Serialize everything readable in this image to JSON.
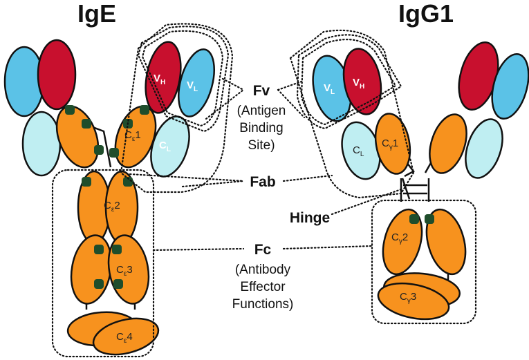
{
  "titles": {
    "left": "IgE",
    "right": "IgG1"
  },
  "labels": {
    "fv": "Fv",
    "fv_sub": [
      "(Antigen",
      "Binding",
      "Site)"
    ],
    "fab": "Fab",
    "hinge": "Hinge",
    "fc": "Fc",
    "fc_sub": [
      "(Antibody",
      "Effector",
      "Functions)"
    ]
  },
  "domains": {
    "vh": {
      "main": "V",
      "sub": "H"
    },
    "vl": {
      "main": "V",
      "sub": "L"
    },
    "cl": {
      "main": "C",
      "sub": "L"
    },
    "ce1": {
      "main": "C",
      "sub": "ε",
      "num": "1"
    },
    "ce2": {
      "main": "C",
      "sub": "ε",
      "num": "2"
    },
    "ce3": {
      "main": "C",
      "sub": "ε",
      "num": "3"
    },
    "ce4": {
      "main": "C",
      "sub": "ε",
      "num": "4"
    },
    "cg1": {
      "main": "C",
      "sub": "γ",
      "num": "1"
    },
    "cg2": {
      "main": "C",
      "sub": "γ",
      "num": "2"
    },
    "cg3": {
      "main": "C",
      "sub": "γ",
      "num": "3"
    }
  },
  "colors": {
    "heavy_constant": "#f7921e",
    "heavy_variable": "#c8102e",
    "light_variable": "#5bc2e7",
    "light_constant": "#bfeef2",
    "disulfide": "#1f4d2b",
    "outline": "#111111"
  }
}
